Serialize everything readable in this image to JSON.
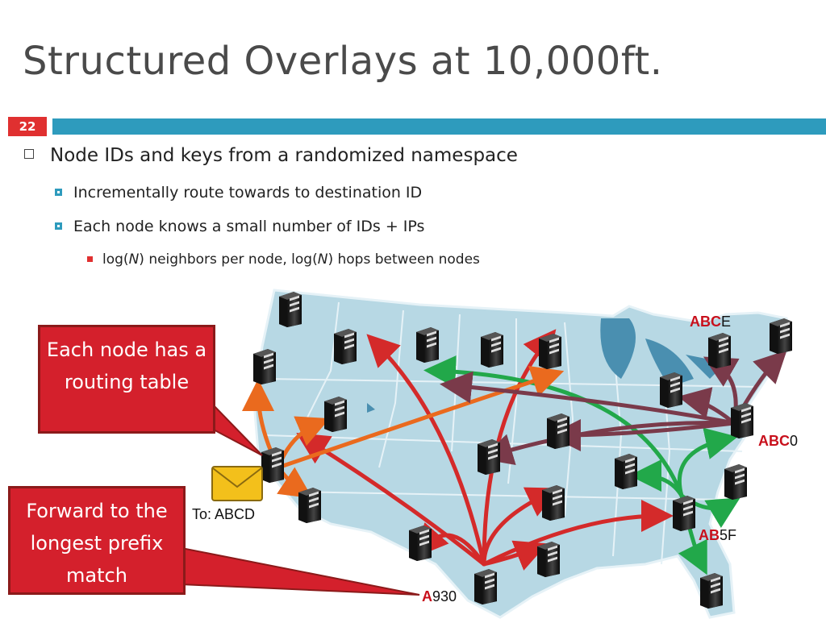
{
  "slide": {
    "title": "Structured Overlays at 10,000ft.",
    "number": "22",
    "bullets": {
      "level1": "Node IDs and keys from a randomized namespace",
      "level2a": "Incrementally route towards to destination ID",
      "level2b": "Each node knows a small number of IDs + IPs",
      "level3_pre": "log(",
      "level3_n1": "N",
      "level3_mid": ") neighbors per node, log(",
      "level3_n2": "N",
      "level3_post": ") hops between nodes"
    }
  },
  "callouts": {
    "routing_table": "Each node has a routing table",
    "longest_prefix": "Forward to the longest prefix match"
  },
  "message": {
    "to": "To: ABCD"
  },
  "node_labels": {
    "abce": {
      "prefix": "ABC",
      "suffix": "E"
    },
    "abc0": {
      "prefix": "ABC",
      "suffix": "0"
    },
    "ab5f": {
      "prefix": "AB",
      "suffix": "5F"
    },
    "a930": {
      "prefix": "A",
      "suffix": "930"
    }
  },
  "colors": {
    "accent_bar": "#2e9bbd",
    "slide_number_bg": "#e03030",
    "callout_bg": "#d4202c",
    "arrow_red": "#d42a2a",
    "arrow_green": "#22a84a",
    "arrow_orange": "#ea6a1e",
    "arrow_maroon": "#7a3a4a",
    "map_fill": "#b7d8e4"
  },
  "icons": [
    "server-icon",
    "envelope-icon"
  ]
}
